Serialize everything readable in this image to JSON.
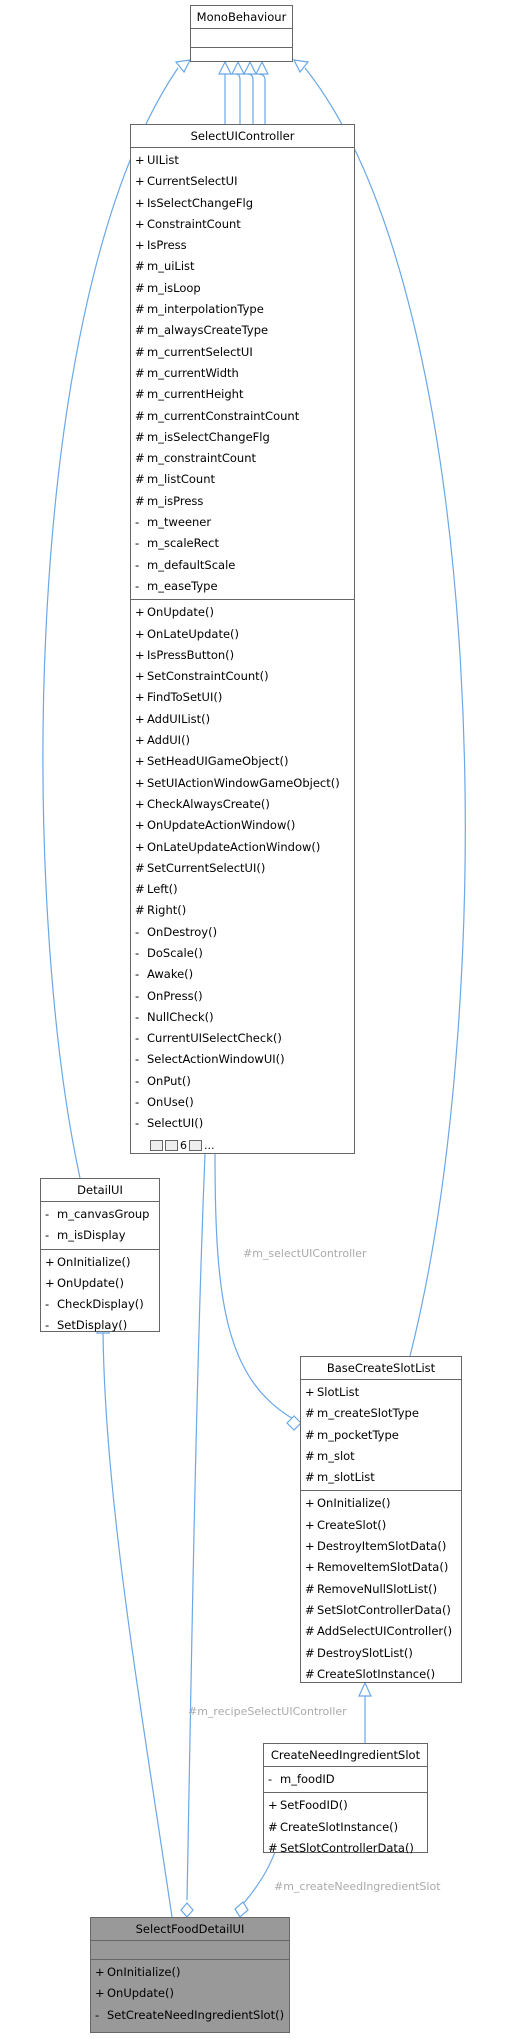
{
  "classes": {
    "mono": {
      "title": "MonoBehaviour"
    },
    "select_ui_controller": {
      "title": "SelectUIController",
      "attributes": [
        {
          "v": "+",
          "n": "UIList"
        },
        {
          "v": "+",
          "n": "CurrentSelectUI"
        },
        {
          "v": "+",
          "n": "IsSelectChangeFlg"
        },
        {
          "v": "+",
          "n": "ConstraintCount"
        },
        {
          "v": "+",
          "n": "IsPress"
        },
        {
          "v": "#",
          "n": "m_uiList"
        },
        {
          "v": "#",
          "n": "m_isLoop"
        },
        {
          "v": "#",
          "n": "m_interpolationType"
        },
        {
          "v": "#",
          "n": "m_alwaysCreateType"
        },
        {
          "v": "#",
          "n": "m_currentSelectUI"
        },
        {
          "v": "#",
          "n": "m_currentWidth"
        },
        {
          "v": "#",
          "n": "m_currentHeight"
        },
        {
          "v": "#",
          "n": "m_currentConstraintCount"
        },
        {
          "v": "#",
          "n": "m_isSelectChangeFlg"
        },
        {
          "v": "#",
          "n": "m_constraintCount"
        },
        {
          "v": "#",
          "n": "m_listCount"
        },
        {
          "v": "#",
          "n": "m_isPress"
        },
        {
          "v": "-",
          "n": "m_tweener"
        },
        {
          "v": "-",
          "n": "m_scaleRect"
        },
        {
          "v": "-",
          "n": "m_defaultScale"
        },
        {
          "v": "-",
          "n": "m_easeType"
        }
      ],
      "methods": [
        {
          "v": "+",
          "n": "OnUpdate()"
        },
        {
          "v": "+",
          "n": "OnLateUpdate()"
        },
        {
          "v": "+",
          "n": "IsPressButton()"
        },
        {
          "v": "+",
          "n": "SetConstraintCount()"
        },
        {
          "v": "+",
          "n": "FindToSetUI()"
        },
        {
          "v": "+",
          "n": "AddUIList()"
        },
        {
          "v": "+",
          "n": "AddUI()"
        },
        {
          "v": "+",
          "n": "SetHeadUIGameObject()"
        },
        {
          "v": "+",
          "n": "SetUIActionWindowGameObject()"
        },
        {
          "v": "+",
          "n": "CheckAlwaysCreate()"
        },
        {
          "v": "+",
          "n": "OnUpdateActionWindow()"
        },
        {
          "v": "+",
          "n": "OnLateUpdateActionWindow()"
        },
        {
          "v": "#",
          "n": "SetCurrentSelectUI()"
        },
        {
          "v": "#",
          "n": "Left()"
        },
        {
          "v": "#",
          "n": "Right()"
        },
        {
          "v": "-",
          "n": "OnDestroy()"
        },
        {
          "v": "-",
          "n": "DoScale()"
        },
        {
          "v": "-",
          "n": "Awake()"
        },
        {
          "v": "-",
          "n": "OnPress()"
        },
        {
          "v": "-",
          "n": "NullCheck()"
        },
        {
          "v": "-",
          "n": "CurrentUISelectCheck()"
        },
        {
          "v": "-",
          "n": "SelectActionWindowUI()"
        },
        {
          "v": "-",
          "n": "OnPut()"
        },
        {
          "v": "-",
          "n": "OnUse()"
        },
        {
          "v": "-",
          "n": "SelectUI()"
        }
      ],
      "more_count": "6",
      "more_suffix": "..."
    },
    "detail_ui": {
      "title": "DetailUI",
      "attributes": [
        {
          "v": "-",
          "n": "m_canvasGroup"
        },
        {
          "v": "-",
          "n": "m_isDisplay"
        }
      ],
      "methods": [
        {
          "v": "+",
          "n": "OnInitialize()"
        },
        {
          "v": "+",
          "n": "OnUpdate()"
        },
        {
          "v": "-",
          "n": "CheckDisplay()"
        },
        {
          "v": "-",
          "n": "SetDisplay()"
        }
      ]
    },
    "base_create_slot_list": {
      "title": "BaseCreateSlotList",
      "attributes": [
        {
          "v": "+",
          "n": "SlotList"
        },
        {
          "v": "#",
          "n": "m_createSlotType"
        },
        {
          "v": "#",
          "n": "m_pocketType"
        },
        {
          "v": "#",
          "n": "m_slot"
        },
        {
          "v": "#",
          "n": "m_slotList"
        }
      ],
      "methods": [
        {
          "v": "+",
          "n": "OnInitialize()"
        },
        {
          "v": "+",
          "n": "CreateSlot()"
        },
        {
          "v": "+",
          "n": "DestroyItemSlotData()"
        },
        {
          "v": "+",
          "n": "RemoveItemSlotData()"
        },
        {
          "v": "#",
          "n": "RemoveNullSlotList()"
        },
        {
          "v": "#",
          "n": "SetSlotControllerData()"
        },
        {
          "v": "#",
          "n": "AddSelectUIController()"
        },
        {
          "v": "#",
          "n": "DestroySlotList()"
        },
        {
          "v": "#",
          "n": "CreateSlotInstance()"
        }
      ]
    },
    "create_need_ingredient_slot": {
      "title": "CreateNeedIngredientSlot",
      "attributes": [
        {
          "v": "-",
          "n": "m_foodID"
        }
      ],
      "methods": [
        {
          "v": "+",
          "n": "SetFoodID()"
        },
        {
          "v": "#",
          "n": "CreateSlotInstance()"
        },
        {
          "v": "#",
          "n": "SetSlotControllerData()"
        }
      ]
    },
    "select_food_detail_ui": {
      "title": "SelectFoodDetailUI",
      "methods": [
        {
          "v": "+",
          "n": "OnInitialize()"
        },
        {
          "v": "+",
          "n": "OnUpdate()"
        },
        {
          "v": "-",
          "n": "SetCreateNeedIngredientSlot()"
        }
      ]
    }
  },
  "edge_labels": {
    "select_ui_controller": "#m_selectUIController",
    "recipe_select_ui_controller": "#m_recipeSelectUIController",
    "create_need_ingredient_slot": "#m_createNeedIngredientSlot"
  },
  "colors": {
    "edge": "#6aa8e8",
    "border": "#666666",
    "highlight": "#999999",
    "label": "#aaaaaa"
  }
}
